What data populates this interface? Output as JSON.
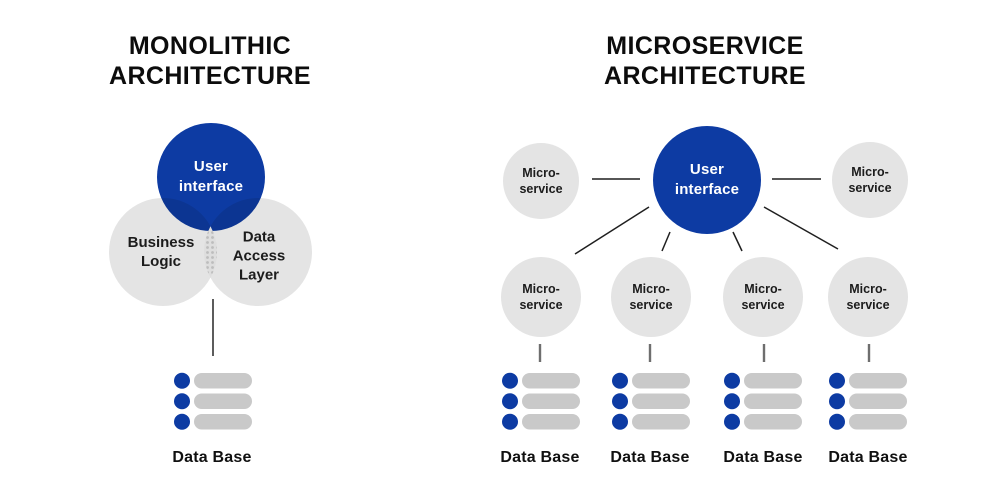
{
  "left_diagram": {
    "title": "MONOLITHIC\nARCHITECTURE",
    "user_interface": "User\ninterface",
    "business_logic": "Business\nLogic",
    "data_access_layer": "Data\nAccess\nLayer",
    "database_label": "Data Base"
  },
  "right_diagram": {
    "title": "MICROSERVICE\nARCHITECTURE",
    "user_interface": "User\ninterface",
    "microservice_label": "Micro-\nservice",
    "database_labels": [
      "Data Base",
      "Data Base",
      "Data Base",
      "Data Base"
    ]
  },
  "colors": {
    "primary_blue": "#0d3ba3",
    "circle_gray": "#e4e4e4",
    "overlap_gray": "#c6c6c6",
    "pill_gray": "#c9c9c9",
    "line_dark": "#1f1f1f",
    "connector_gray": "#6e6e6e",
    "title_black": "#0c0c0c"
  }
}
